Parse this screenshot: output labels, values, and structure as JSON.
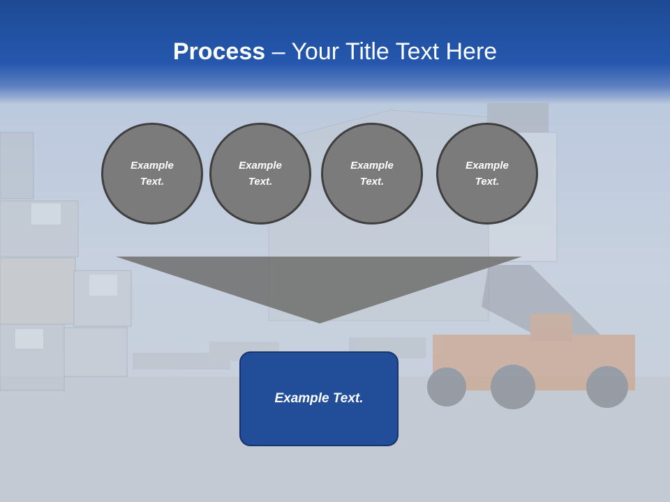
{
  "slide": {
    "title_bold": "Process",
    "title_rest": " – Your Title Text Here",
    "steps": [
      {
        "line1": "Example",
        "line2": "Text."
      },
      {
        "line1": "Example",
        "line2": "Text."
      },
      {
        "line1": "Example",
        "line2": "Text."
      },
      {
        "line1": "Example",
        "line2": "Text."
      }
    ],
    "result_text": "Example Text."
  },
  "colors": {
    "header_blue": "#2457ad",
    "circle_fill": "#7b7b7b",
    "funnel_fill": "#787878",
    "result_fill": "#214d99"
  }
}
